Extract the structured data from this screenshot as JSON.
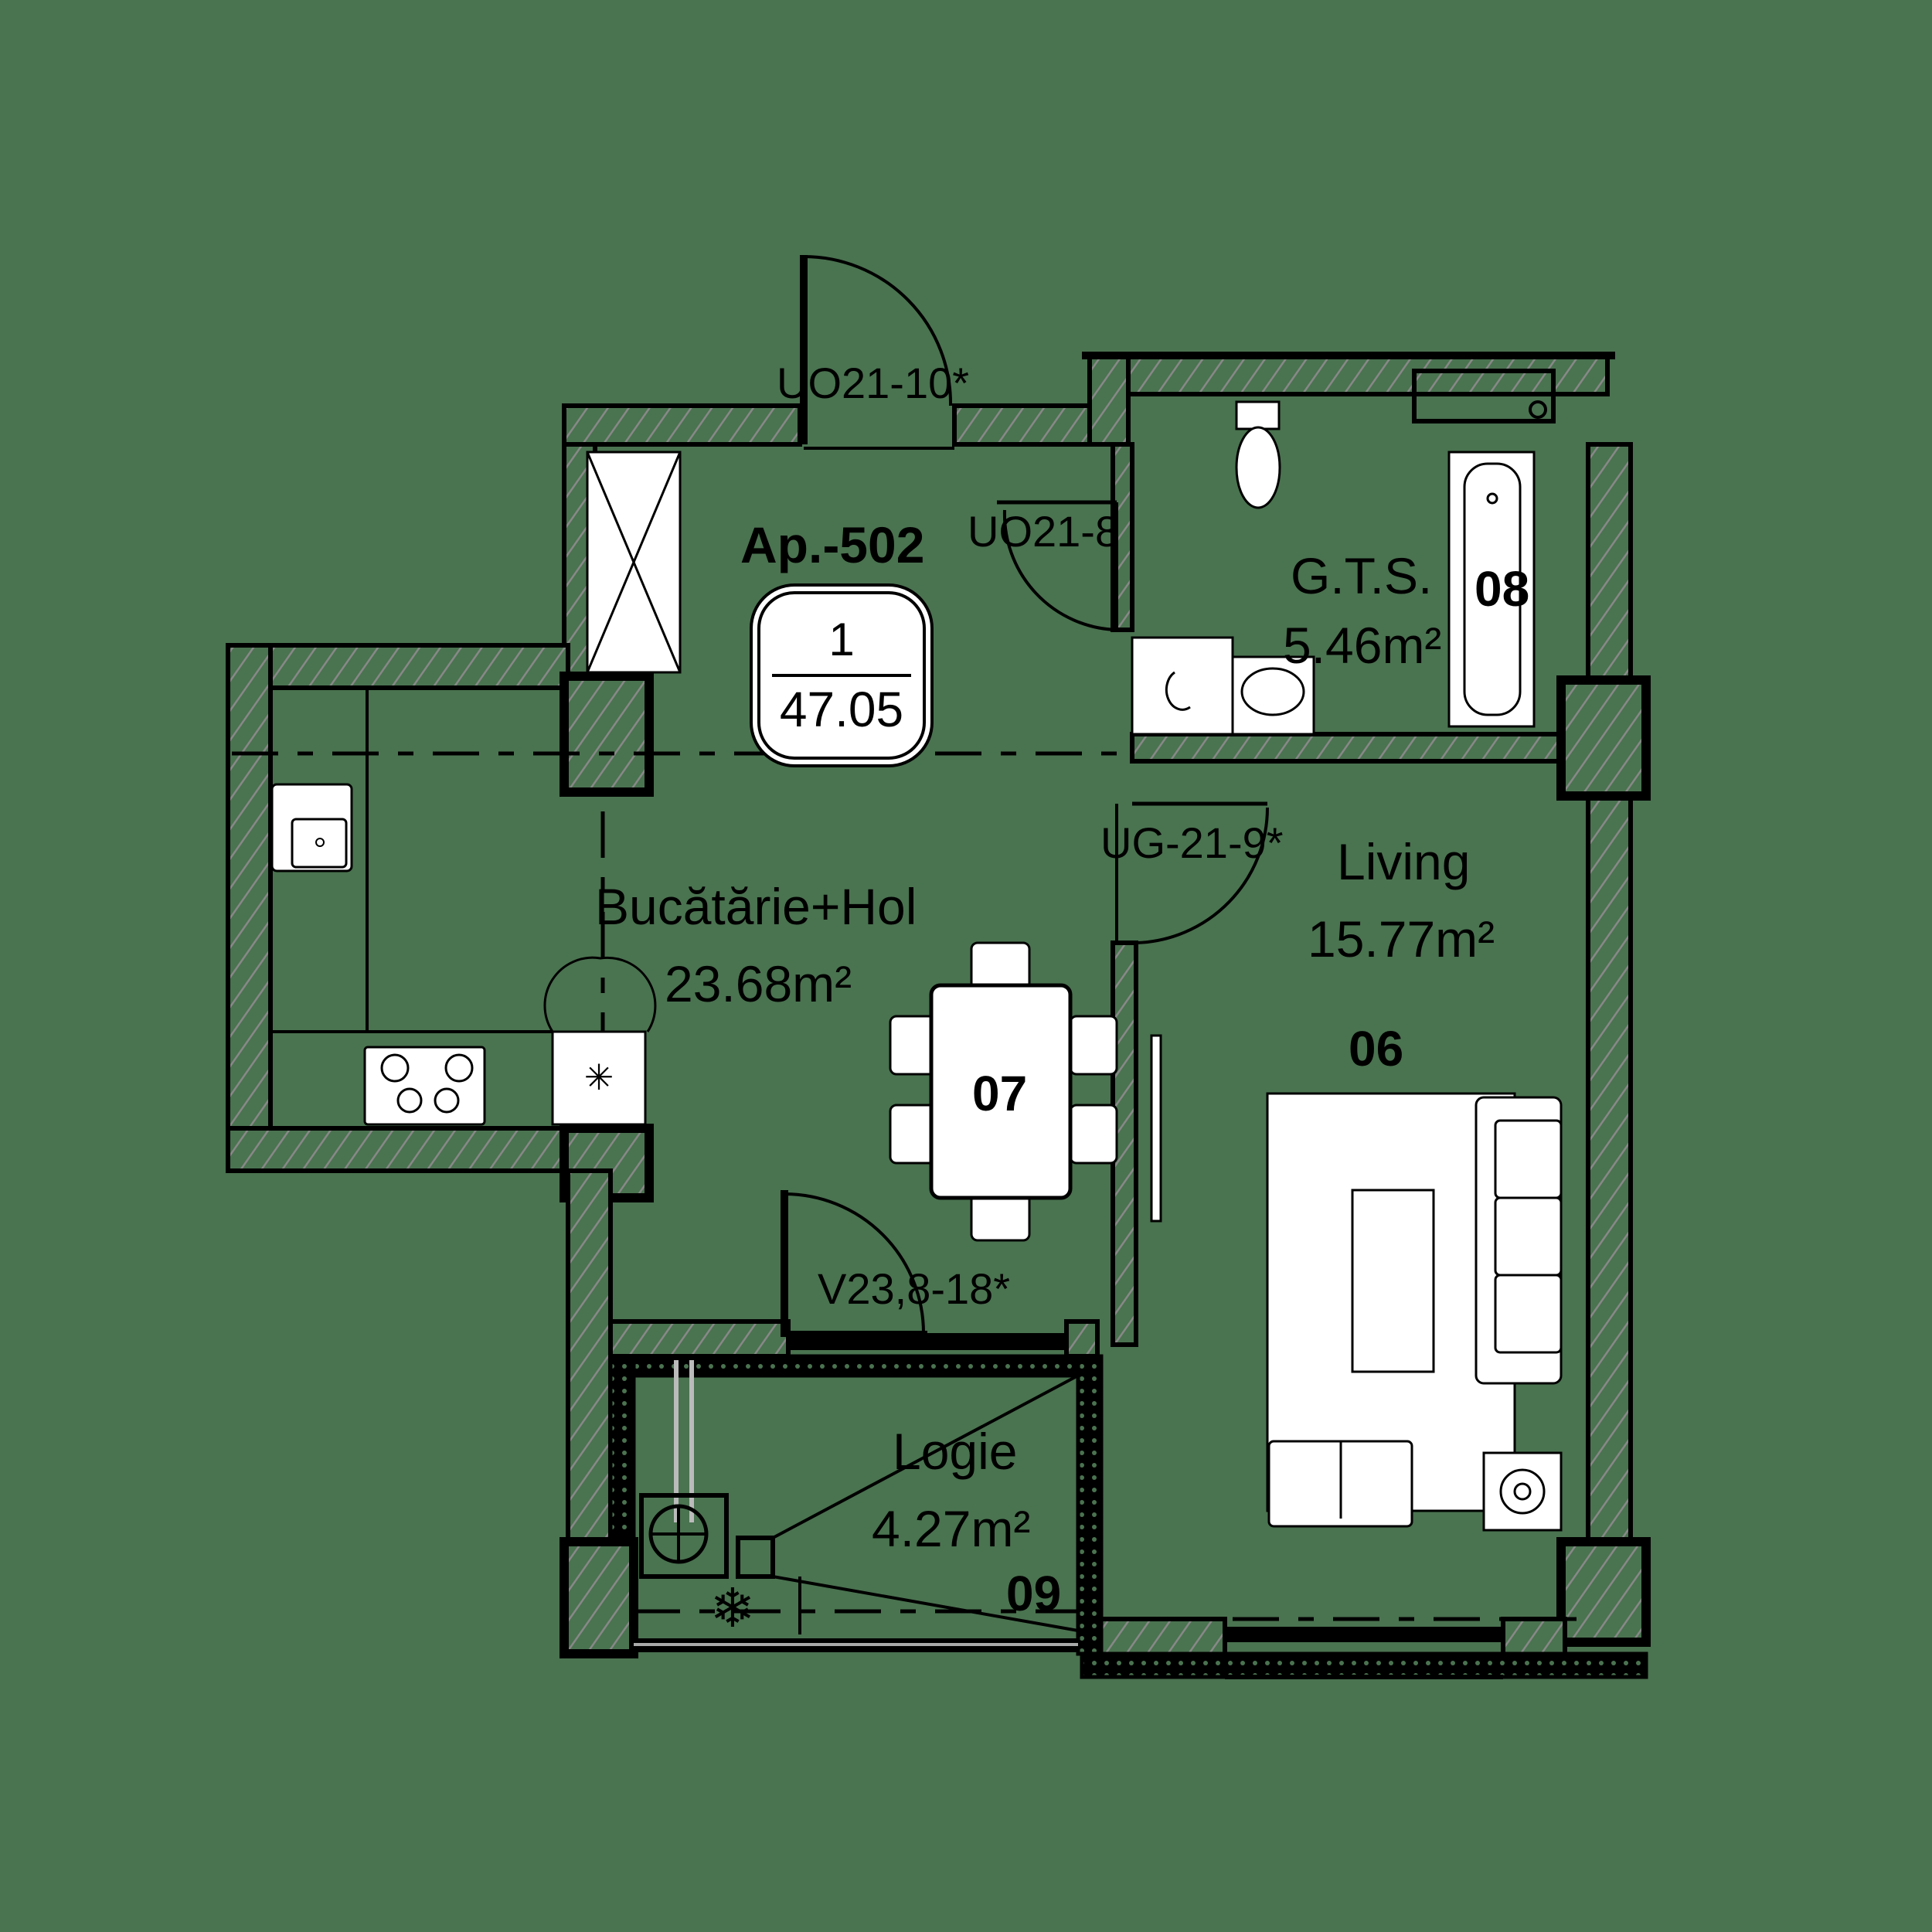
{
  "apartment": {
    "title": "Ap.-502",
    "rooms_count": "1",
    "total_area": "47.05"
  },
  "rooms": {
    "kitchen_hall": {
      "name": "Bucătărie+Hol",
      "area": "23.68m²",
      "number": "07"
    },
    "bathroom": {
      "name": "G.T.S.",
      "area": "5.46m²",
      "number": "08"
    },
    "living": {
      "name": "Living",
      "area": "15.77m²",
      "number": "06"
    },
    "loggia": {
      "name": "Logie",
      "area": "4.27m²",
      "number": "09"
    }
  },
  "doors": {
    "entry": "UO21-10*",
    "bathroom": "UO21-8",
    "living": "UG-21-9*",
    "loggia": "V23,8-18*"
  },
  "colors": {
    "background": "#4a7350",
    "walls": "#000000",
    "furniture": "#ffffff"
  }
}
